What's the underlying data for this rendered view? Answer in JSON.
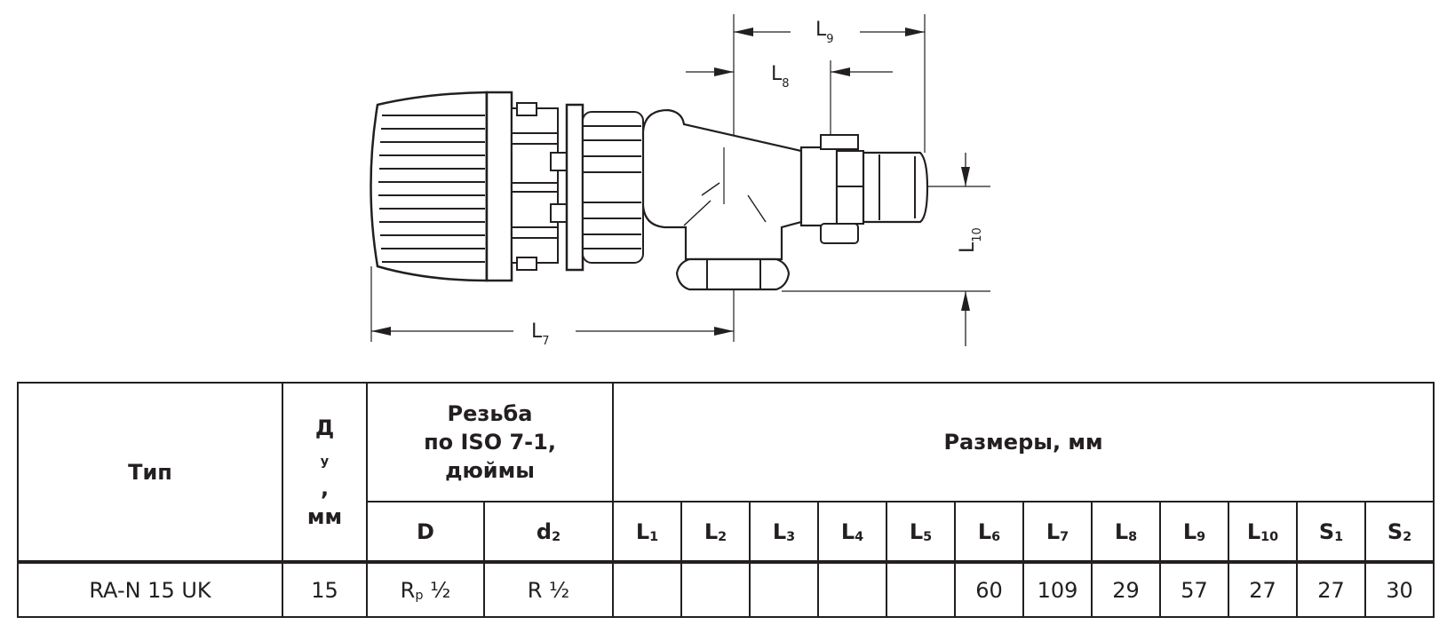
{
  "drawing": {
    "labels": {
      "l9": {
        "main": "L",
        "sub": "9"
      },
      "l8": {
        "main": "L",
        "sub": "8"
      },
      "l7": {
        "main": "L",
        "sub": "7"
      },
      "l10": {
        "main": "L",
        "sub": "10"
      }
    }
  },
  "table": {
    "header": {
      "type": "Тип",
      "dn_main": "Д",
      "dn_sub": "у",
      "dn_comma": ",",
      "dn_unit": "мм",
      "thread_line1": "Резьба",
      "thread_line2": "по ISO 7-1,",
      "thread_line3": "дюймы",
      "dims": "Размеры, мм",
      "D": "D",
      "d2_main": "d",
      "d2_sub": "2",
      "cols": [
        {
          "main": "L",
          "sub": "1"
        },
        {
          "main": "L",
          "sub": "2"
        },
        {
          "main": "L",
          "sub": "3"
        },
        {
          "main": "L",
          "sub": "4"
        },
        {
          "main": "L",
          "sub": "5"
        },
        {
          "main": "L",
          "sub": "6"
        },
        {
          "main": "L",
          "sub": "7"
        },
        {
          "main": "L",
          "sub": "8"
        },
        {
          "main": "L",
          "sub": "9"
        },
        {
          "main": "L",
          "sub": "10"
        },
        {
          "main": "S",
          "sub": "1"
        },
        {
          "main": "S",
          "sub": "2"
        }
      ]
    },
    "row": {
      "type": "RA-N 15 UK",
      "dn": "15",
      "D_main": "R",
      "D_sub": "p",
      "D_frac": " ½",
      "d2": "R ½",
      "values": [
        "",
        "",
        "",
        "",
        "",
        "60",
        "109",
        "29",
        "57",
        "27",
        "27",
        "30"
      ]
    }
  }
}
